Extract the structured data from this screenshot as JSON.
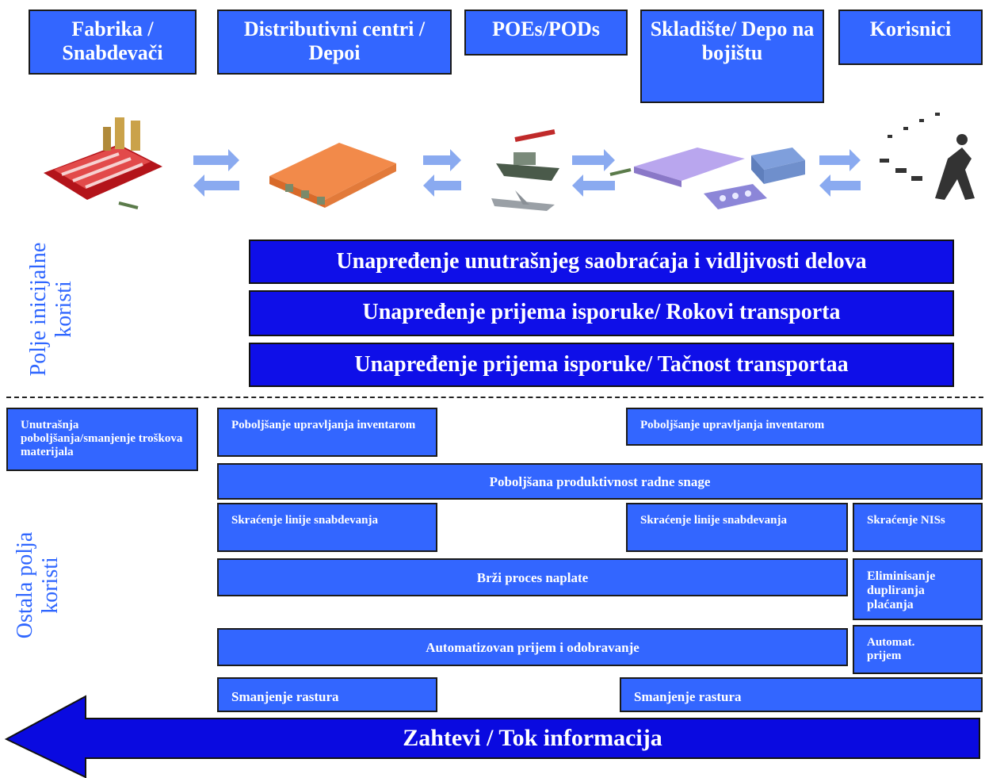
{
  "headers": [
    "Fabrika / Snabdevači",
    "Distributivni centri / Depoi",
    "POEs/PODs",
    "Skladište/ Depo na bojištu",
    "Korisnici"
  ],
  "initial_label": "Polje inicijalne koristi",
  "other_label": "Ostala polja koristi",
  "banners": [
    "Unapređenje unutrašnjeg saobraćaja i vidljivosti delova",
    "Unapređenje prijema isporuke/ Rokovi transporta",
    "Unapređenje prijema isporuke/ Tačnost transportaa"
  ],
  "other": {
    "internal": "Unutrašnja poboljšanja/smanjenje troškova materijala",
    "inventory_left": "Poboljšanje upravljanja inventarom",
    "inventory_right": "Poboljšanje upravljanja inventarom",
    "productivity": "Poboljšana produktivnost radne snage",
    "supply_left": "Skraćenje linije snabdevanja",
    "supply_right": "Skraćenje linije snabdevanja",
    "nis": "Skraćenje NISs",
    "billing": "Brži proces naplate",
    "dup": "Eliminisanje dupliranja plaćanja",
    "auto_receipt": "Automatizovan prijem i odobravanje",
    "auto_short": "Automat. prijem",
    "scatter_left": "Smanjenje rastura",
    "scatter_right": "Smanjenje rastura"
  },
  "arrow_label": "Zahtevi  / Tok informacija",
  "colors": {
    "light_blue": "#3366ff",
    "dark_blue": "#0f0fe8",
    "label_blue": "#2f66ff"
  }
}
